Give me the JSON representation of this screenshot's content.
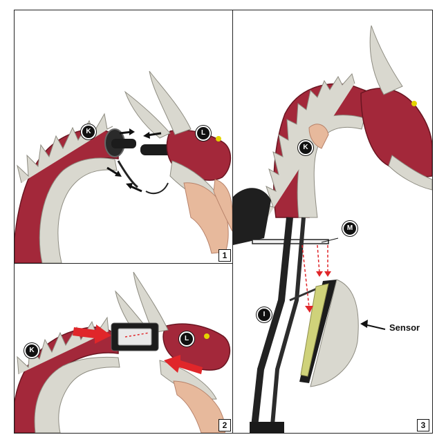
{
  "panels": [
    {
      "number": "1",
      "markers": [
        "K",
        "L"
      ]
    },
    {
      "number": "2",
      "markers": [
        "K",
        "L"
      ]
    },
    {
      "number": "3",
      "markers": [
        "K",
        "M",
        "I"
      ]
    }
  ],
  "sensor_label": "Sensor",
  "colors": {
    "dragon_red": "#a3283a",
    "spine_white": "#d9d8cf",
    "arrow_red": "#e0262a",
    "frame_black": "#111111"
  }
}
